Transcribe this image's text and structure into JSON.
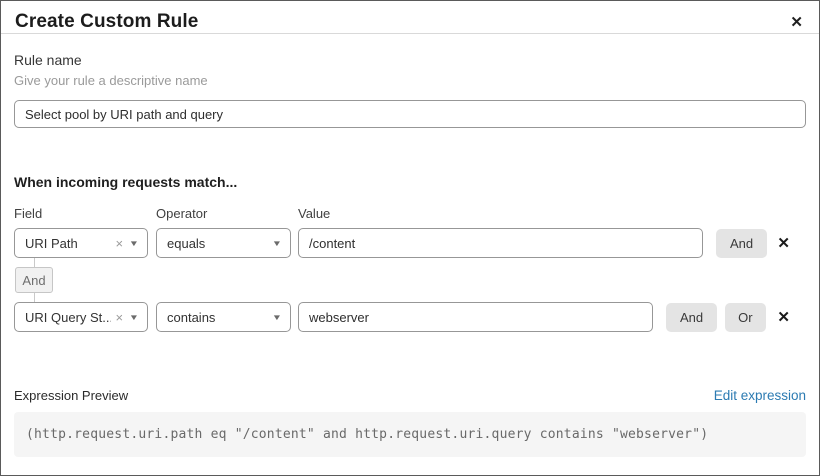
{
  "dialog": {
    "title": "Create Custom Rule"
  },
  "icons": {
    "close": "✕",
    "clear": "×",
    "caret": "▼",
    "delete": "✕"
  },
  "rule_name": {
    "label": "Rule name",
    "hint": "Give your rule a descriptive name",
    "value": "Select pool by URI path and query"
  },
  "matcher": {
    "heading": "When incoming requests match...",
    "columns": {
      "field": "Field",
      "operator": "Operator",
      "value": "Value"
    },
    "join_label": "And",
    "rows": [
      {
        "field": "URI Path",
        "operator": "equals",
        "value": "/content",
        "connectors": {
          "and": "And"
        }
      },
      {
        "field": "URI Query St...",
        "operator": "contains",
        "value": "webserver",
        "connectors": {
          "and": "And",
          "or": "Or"
        }
      }
    ]
  },
  "expression": {
    "label": "Expression Preview",
    "edit_link": "Edit expression",
    "code": "(http.request.uri.path eq \"/content\" and http.request.uri.query contains \"webserver\")"
  },
  "colors": {
    "link_blue": "#2c7bb2",
    "connector_button_bg": "#e4e4e4",
    "code_block_bg": "#f5f5f5",
    "divider": "#d9d9d9"
  }
}
